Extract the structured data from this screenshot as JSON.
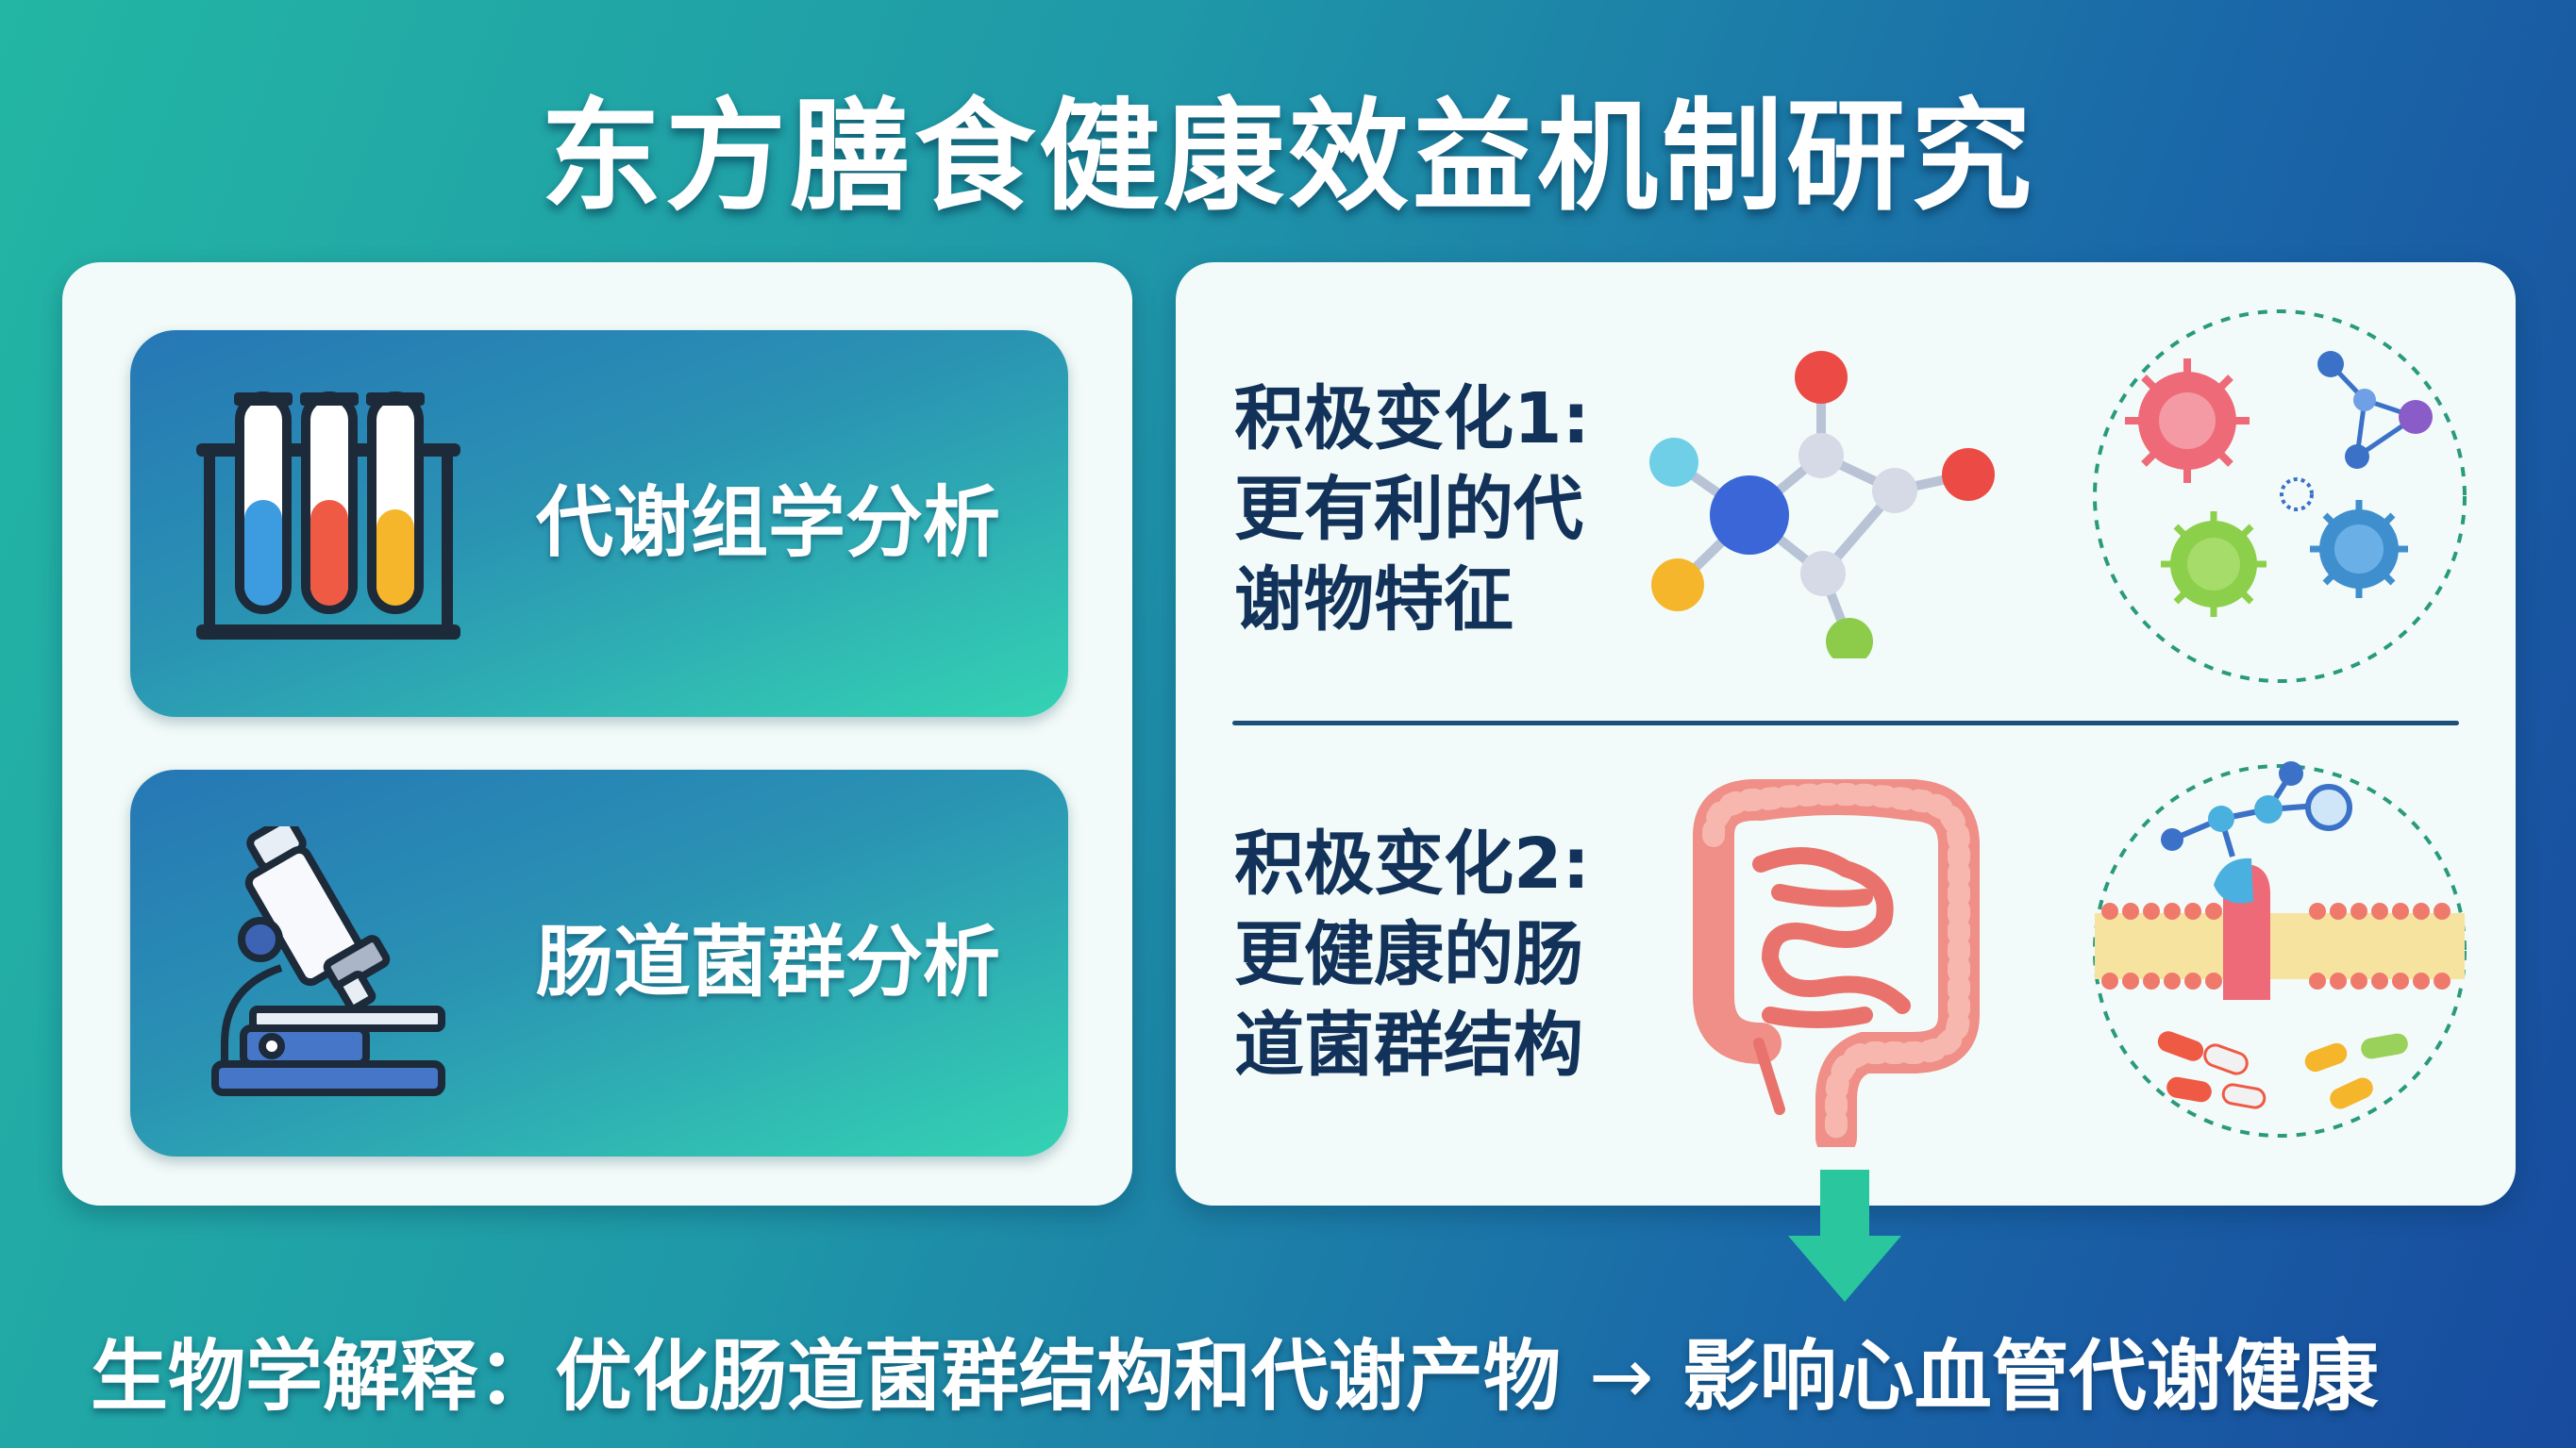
{
  "title": "东方膳食健康效益机制研究",
  "left": {
    "cards": [
      {
        "label": "代谢组学分析",
        "icon": "test-tubes-icon"
      },
      {
        "label": "肠道菌群分析",
        "icon": "microscope-icon"
      }
    ]
  },
  "right": {
    "changes": [
      {
        "lines": [
          "积极变化1:",
          "更有利的代",
          "谢物特征"
        ],
        "illustration": "molecule-icon",
        "circle": "microbes-icon"
      },
      {
        "lines": [
          "积极变化2:",
          "更健康的肠",
          "道菌群结构"
        ],
        "illustration": "intestine-icon",
        "circle": "cell-membrane-icon"
      }
    ]
  },
  "bottom": {
    "prefix": "生物学解释：优化肠道菌群结构和代谢产物",
    "arrow": "→",
    "suffix": "影响心血管代谢健康"
  },
  "colors": {
    "title": "#ffffff",
    "panel": "#f2fbf9",
    "card_gradient_top": "#2677b5",
    "card_gradient_bottom": "#34d3b3",
    "heading_text": "#12325a",
    "arrow": "#2ac79e"
  }
}
